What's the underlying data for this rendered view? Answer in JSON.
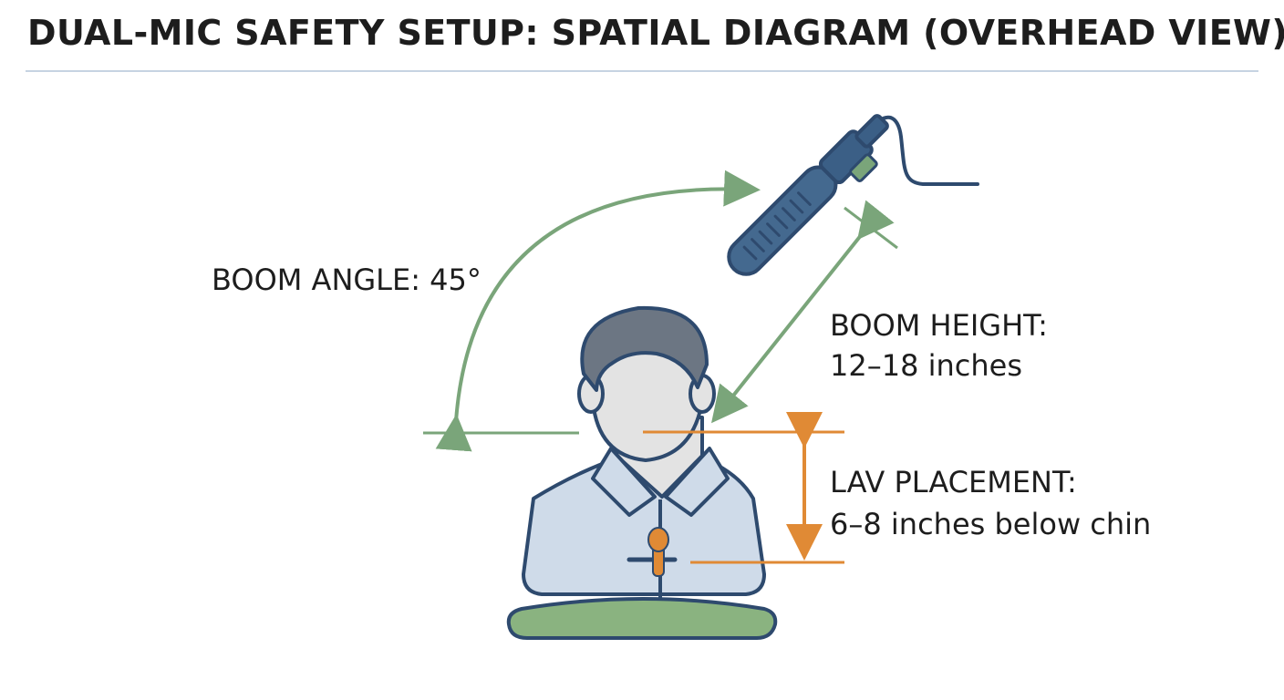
{
  "title": "DUAL-MIC SAFETY SETUP: SPATIAL DIAGRAM (OVERHEAD VIEW)",
  "labels": {
    "boom_angle": "BOOM ANGLE: 45°",
    "boom_height_line1": "BOOM HEIGHT:",
    "boom_height_line2": "12–18 inches",
    "lav_placement_line1": "LAV PLACEMENT:",
    "lav_placement_line2": "6–8 inches below chin"
  },
  "colors": {
    "green": "#7aa57a",
    "orange": "#e08a35",
    "navy": "#2e4a6e",
    "shirt": "#cfdbe9",
    "face": "#e3e3e3",
    "hair": "#6c7683",
    "base": "#8ab380"
  },
  "icons": {
    "boom_mic": "shotgun-microphone-icon",
    "lav_mic": "lavalier-microphone-icon",
    "person": "person-bust-icon"
  }
}
